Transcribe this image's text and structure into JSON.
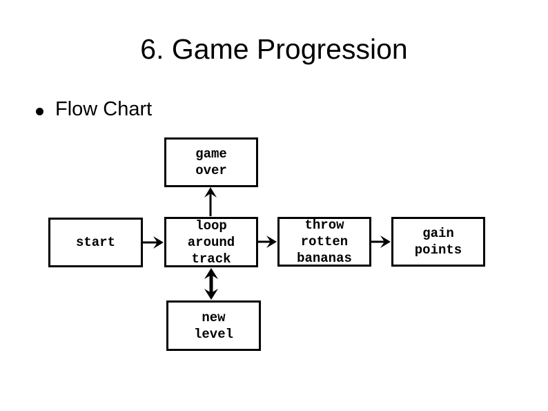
{
  "page": {
    "background_color": "#ffffff",
    "title": "6. Game Progression",
    "bullet_label": "Flow Chart"
  },
  "flowchart": {
    "type": "flowchart",
    "text_color": "#000000",
    "box_border_color": "#000000",
    "box_fill_color": "#ffffff",
    "arrow_color": "#000000",
    "nodes": [
      {
        "id": "game-over",
        "label": "game\nover"
      },
      {
        "id": "start",
        "label": "start"
      },
      {
        "id": "loop-around-track",
        "label": "loop\naround\ntrack"
      },
      {
        "id": "throw-rotten-bananas",
        "label": "throw\nrotten\nbananas"
      },
      {
        "id": "gain-points",
        "label": "gain\npoints"
      },
      {
        "id": "new-level",
        "label": "new\nlevel"
      }
    ],
    "edges": [
      {
        "from": "start",
        "to": "loop-around-track",
        "direction": "right",
        "style": "single-arrow"
      },
      {
        "from": "loop-around-track",
        "to": "throw-rotten-bananas",
        "direction": "right",
        "style": "single-arrow"
      },
      {
        "from": "throw-rotten-bananas",
        "to": "gain-points",
        "direction": "right",
        "style": "single-arrow"
      },
      {
        "from": "loop-around-track",
        "to": "game-over",
        "direction": "up",
        "style": "single-arrow"
      },
      {
        "from": "loop-around-track",
        "to": "new-level",
        "direction": "vertical",
        "style": "double-arrow"
      }
    ]
  }
}
